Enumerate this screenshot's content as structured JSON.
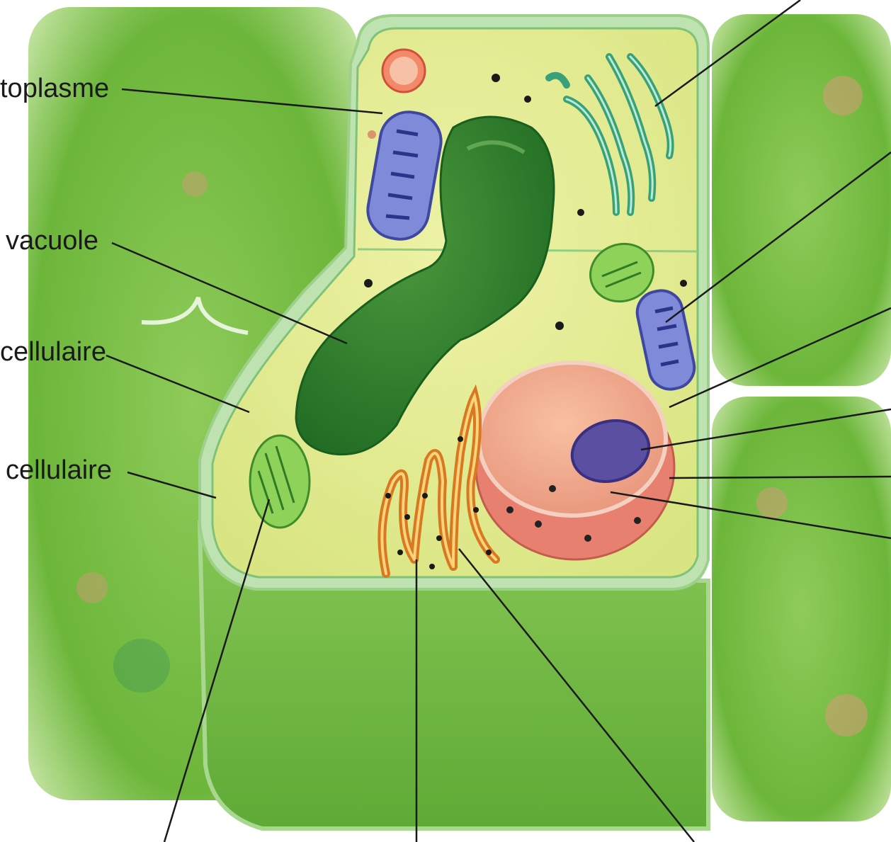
{
  "diagram": {
    "labels": {
      "cytoplasme": "toplasme",
      "vacuole": "vacuole",
      "paroi": "cellulaire",
      "membrane": "cellulaire"
    },
    "colors": {
      "background_cells": "#6fb83a",
      "cell_wall": "#bfe3b0",
      "cytoplasm": "#e6ee9a",
      "vacuole": "#2f7f2a",
      "mitochondria": "#6a74c8",
      "golgi": "#f2a23a",
      "nucleus": "#f2a58a",
      "nucleolus": "#5a4fa0",
      "chloroplast": "#7cc64a",
      "reticulum": "#6ac7a6"
    }
  }
}
